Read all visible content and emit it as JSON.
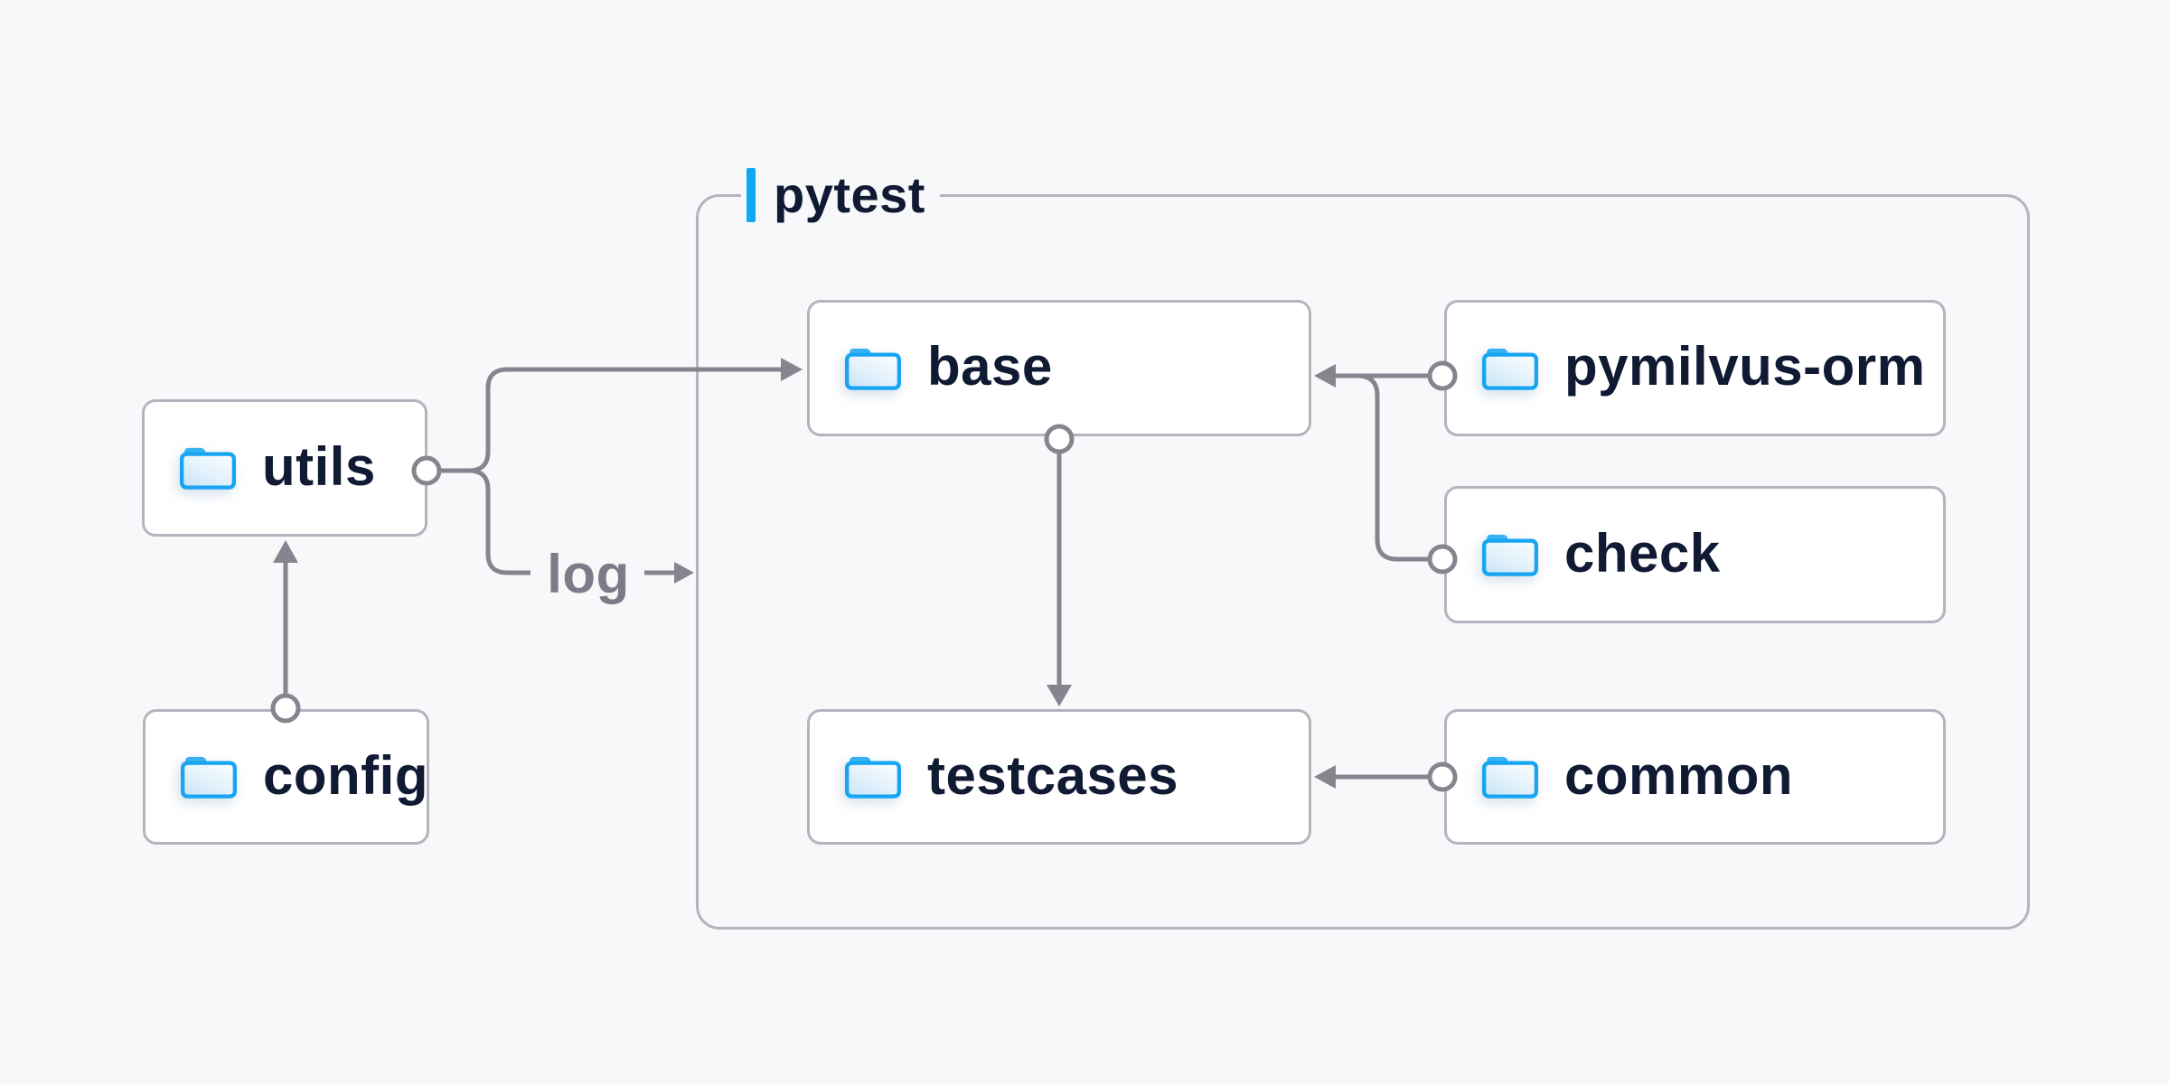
{
  "page": {
    "background": "#f7f8f9"
  },
  "diagram": {
    "group": {
      "label": "pytest"
    },
    "nodes": {
      "utils": {
        "label": "utils",
        "icon": "folder-icon"
      },
      "config": {
        "label": "config",
        "icon": "folder-icon"
      },
      "base": {
        "label": "base",
        "icon": "folder-icon"
      },
      "pymilvus_orm": {
        "label": "pymilvus-orm",
        "icon": "folder-icon"
      },
      "check": {
        "label": "check",
        "icon": "folder-icon"
      },
      "testcases": {
        "label": "testcases",
        "icon": "folder-icon"
      },
      "common": {
        "label": "common",
        "icon": "folder-icon"
      }
    },
    "edge_labels": {
      "log": "log"
    },
    "edges": [
      {
        "from": "config",
        "to": "utils",
        "label": ""
      },
      {
        "from": "utils",
        "to": "base",
        "label": ""
      },
      {
        "from": "utils",
        "to": "pytest",
        "label": "log"
      },
      {
        "from": "pymilvus-orm",
        "to": "base",
        "label": ""
      },
      {
        "from": "check",
        "to": "base",
        "label": ""
      },
      {
        "from": "base",
        "to": "testcases",
        "label": ""
      },
      {
        "from": "common",
        "to": "testcases",
        "label": ""
      }
    ],
    "colors": {
      "accent_blue": "#0fa9f0",
      "folder_blue": "#17a5f1",
      "wire_gray": "#85858f",
      "box_border": "#b4b4bf",
      "text_navy": "#101a33",
      "label_gray": "#7c7c89",
      "background": "#f7f8f9"
    }
  }
}
